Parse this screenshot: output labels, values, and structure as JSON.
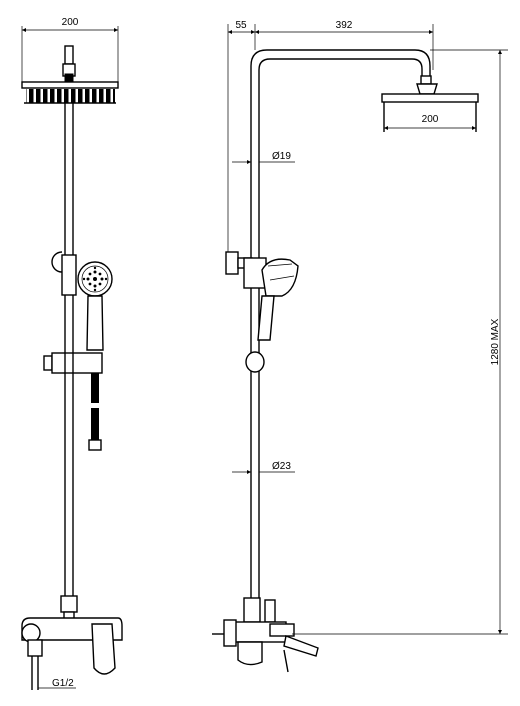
{
  "dimensions": {
    "front_head_width": "200",
    "side_offset": "55",
    "side_arm_length": "392",
    "side_head_width": "200",
    "upper_pipe_diameter": "Ø19",
    "lower_pipe_diameter": "Ø23",
    "max_height": "1280 MAX",
    "inlet_thread": "G1/2"
  }
}
